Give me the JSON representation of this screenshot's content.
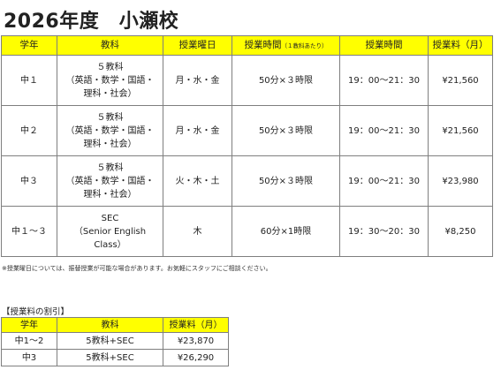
{
  "page_title": "2026年度　小瀬校",
  "schedule": {
    "headers": {
      "grade": "学年",
      "subjects": "教科",
      "days": "授業曜日",
      "duration": "授業時間",
      "duration_note": "（１教科あたり）",
      "time": "授業時間",
      "fee": "授業料（月）"
    },
    "rows": [
      {
        "grade": "中１",
        "subj1": "５教科",
        "subj2": "（英語・数学・国語・",
        "subj3": "理科・社会）",
        "days": "月・水・金",
        "duration": "50分×３時限",
        "time": "19：00〜21：30",
        "fee": "¥21,560"
      },
      {
        "grade": "中２",
        "subj1": "５教科",
        "subj2": "（英語・数学・国語・",
        "subj3": "理科・社会）",
        "days": "月・水・金",
        "duration": "50分×３時限",
        "time": "19：00〜21：30",
        "fee": "¥21,560"
      },
      {
        "grade": "中３",
        "subj1": "５教科",
        "subj2": "（英語・数学・国語・",
        "subj3": "理科・社会）",
        "days": "火・木・土",
        "duration": "50分×３時限",
        "time": "19：00〜21：30",
        "fee": "¥23,980"
      },
      {
        "grade": "中１〜３",
        "subj1": "SEC",
        "subj2": "（Senior English",
        "subj3": "Class）",
        "days": "木",
        "duration": "60分×1時限",
        "time": "19：30〜20：30",
        "fee": "¥8,250"
      }
    ]
  },
  "note": "※授業曜日については、振替授業が可能な場合があります。お気軽にスタッフにご相談ください。",
  "discount": {
    "title": "【授業料の割引】",
    "headers": {
      "grade": "学年",
      "subjects": "教科",
      "fee": "授業料（月）"
    },
    "rows": [
      {
        "grade": "中1〜2",
        "subjects": "5教科+SEC",
        "fee": "¥23,870"
      },
      {
        "grade": "中3",
        "subjects": "5教科+SEC",
        "fee": "¥26,290"
      }
    ]
  },
  "colors": {
    "header_bg": "#ffff00",
    "border": "#7f7f7f"
  }
}
